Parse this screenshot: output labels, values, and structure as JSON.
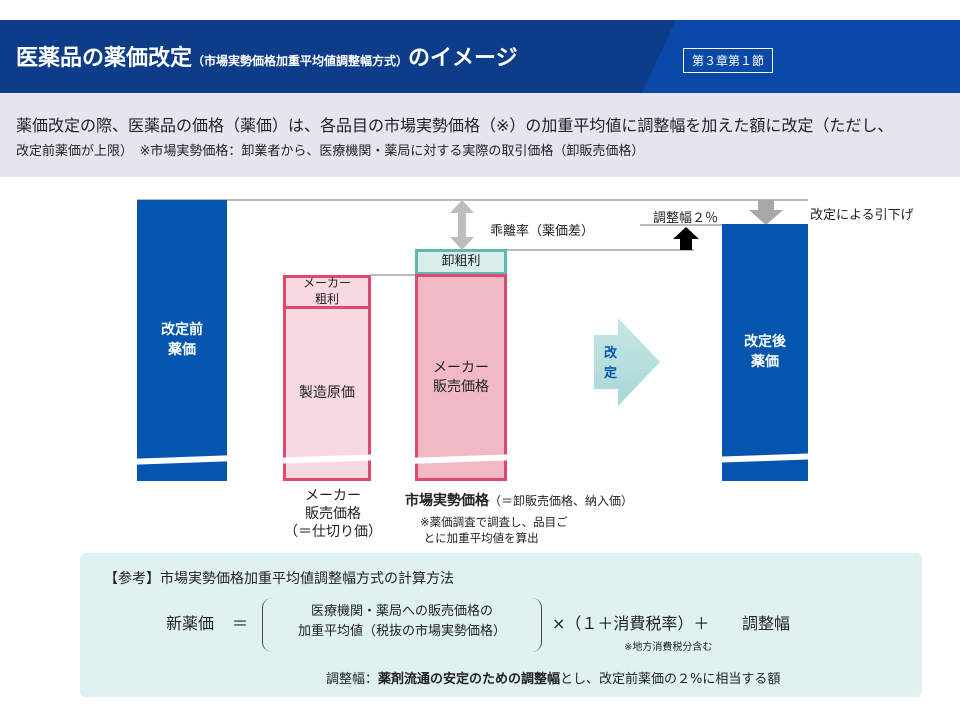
{
  "header": {
    "title_main": "医薬品の薬価改定",
    "title_sub": "（市場実勢価格加重平均値調整幅方式）",
    "title_end": "のイメージ",
    "chapter": "第３章第１節"
  },
  "lead": {
    "line1": "薬価改定の際、医薬品の価格（薬価）は、各品目の市場実勢価格（※）の加重平均値に調整幅を加えた額に改定（ただし、",
    "line2": "改定前薬価が上限）　※市場実勢価格：卸業者から、医療機関・薬局に対する実際の取引価格（卸販売価格）"
  },
  "diagram": {
    "before_price": [
      "改定前",
      "薬価"
    ],
    "maker_margin": [
      "メーカー",
      "粗利"
    ],
    "manufacturing_cost": "製造原価",
    "wholesale_margin": "卸粗利",
    "maker_price": [
      "メーカー",
      "販売価格"
    ],
    "kairi": "乖離率（薬価差）",
    "adjust": "調整幅２％",
    "reduction": "改定による引下げ",
    "revise": [
      "改",
      "定"
    ],
    "after_price": [
      "改定後",
      "薬価"
    ],
    "maker_label": [
      "メーカー",
      "販売価格",
      "（＝仕切り価）"
    ],
    "market_label": "市場実勢価格",
    "market_label_note": "（＝卸販売価格、納入価）",
    "survey_note": [
      "※薬価調査で調査し、品目ご",
      "とに加重平均値を算出"
    ]
  },
  "calc": {
    "heading": "【参考】市場実勢価格加重平均値調整幅方式の計算方法",
    "new_price": "新薬価",
    "eq": "＝",
    "inner": [
      "医療機関・薬局への販売価格の",
      "加重平均値（税抜の市場実勢価格）"
    ],
    "tax": "×（１＋消費税率）＋",
    "adj": "調整幅",
    "tax_note": "※地方消費税分含む",
    "def_label": "調整幅：",
    "def_bold": "薬剤流通の安定のための調整幅",
    "def_rest": "とし、改定前薬価の２%に相当する額"
  }
}
